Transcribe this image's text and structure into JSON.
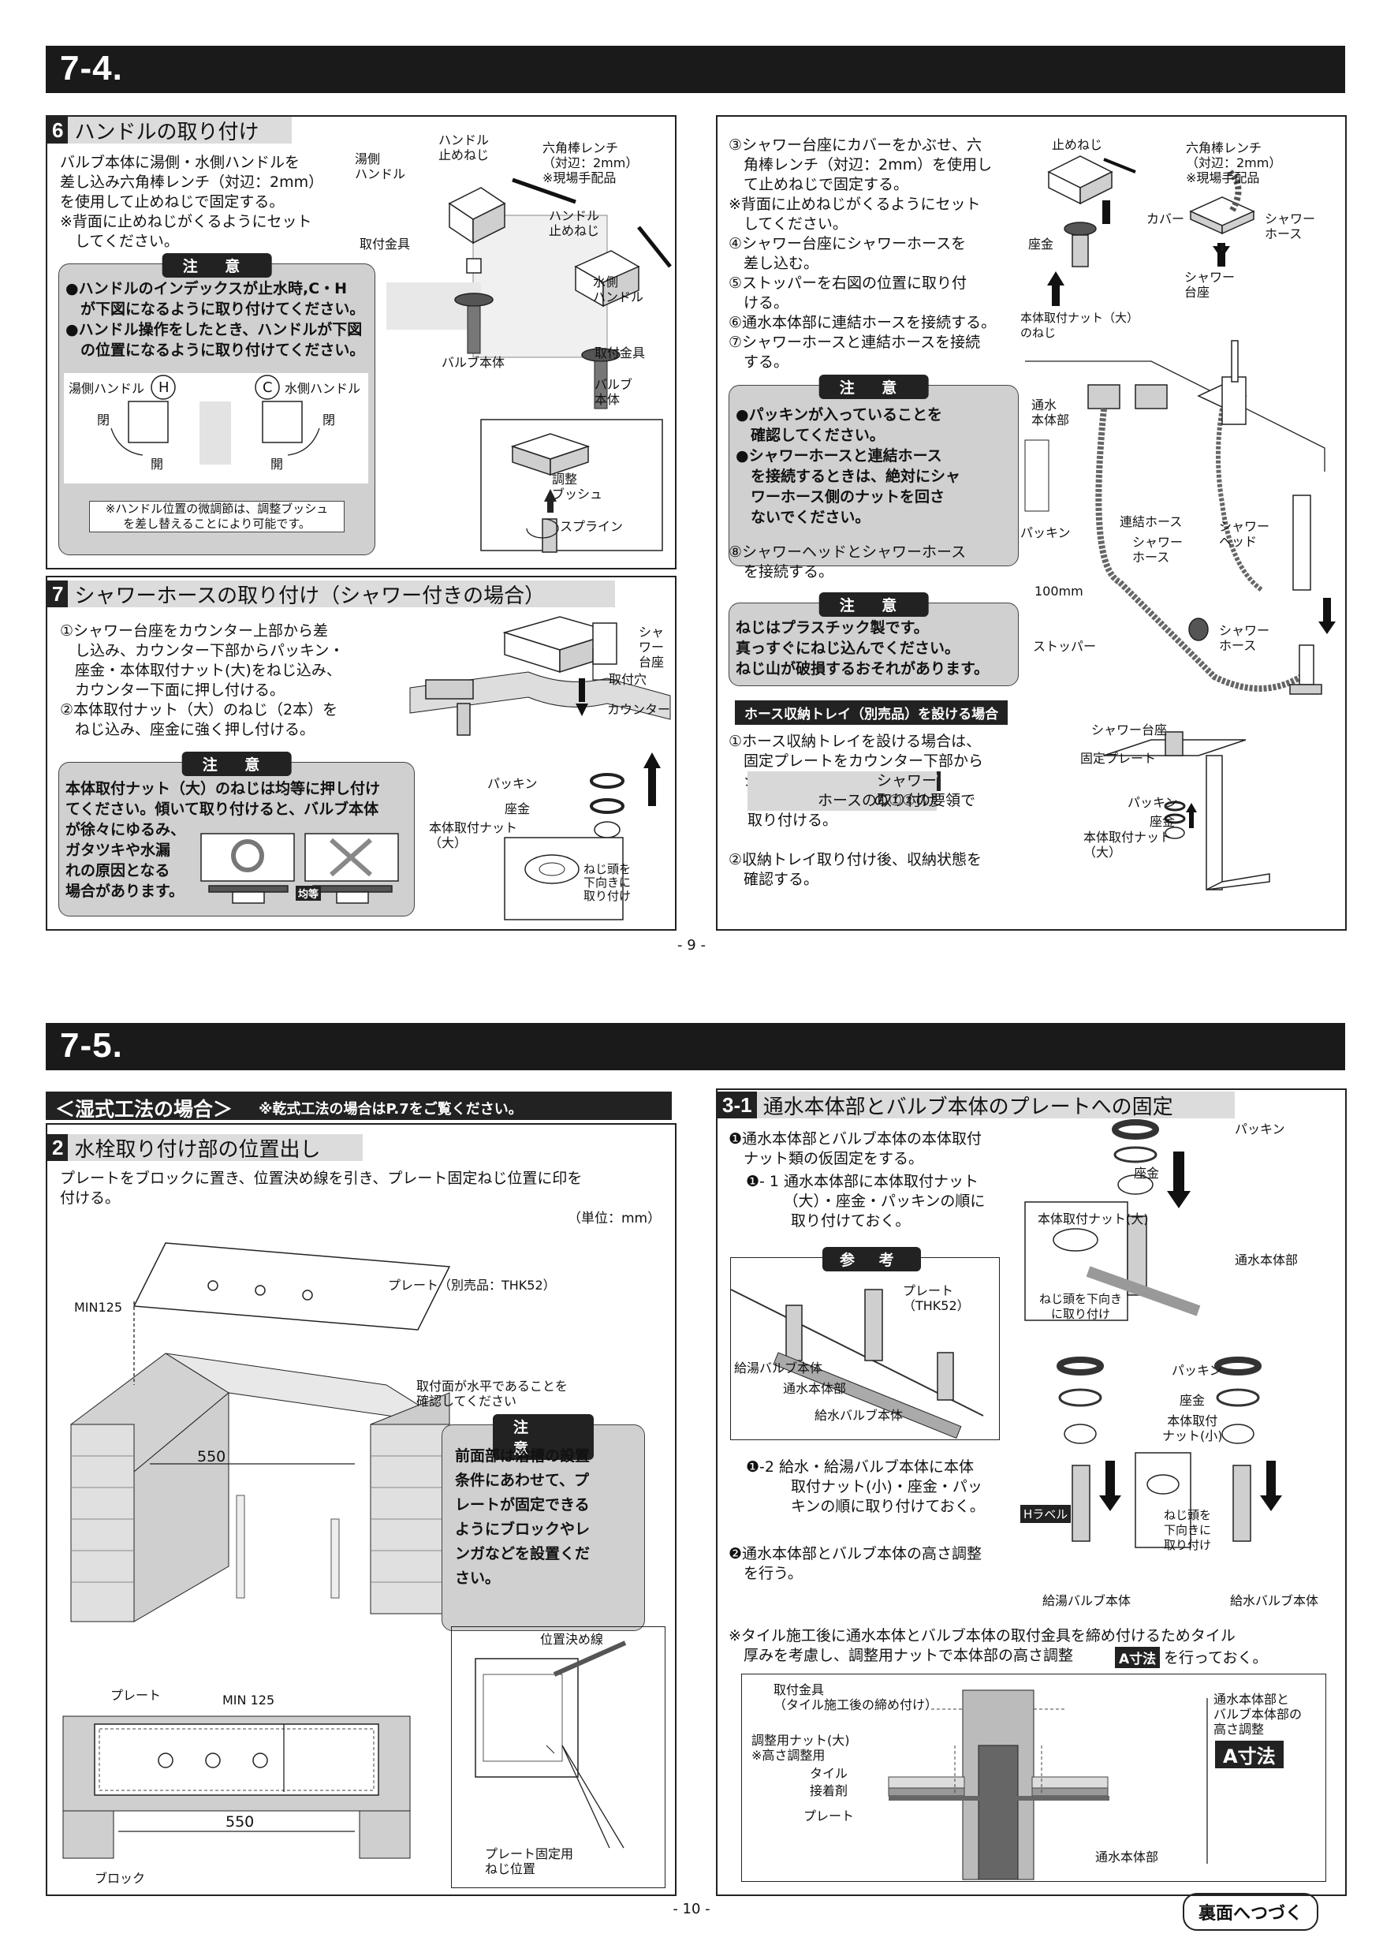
{
  "page9": {
    "banner": "7-4.",
    "sec6": {
      "num": "6",
      "title": "ハンドルの取り付け",
      "text": "バルブ本体に湯側・水側ハンドルを\n差し込み六角棒レンチ（対辺：2mm）\nを使用して止めねじで固定する。\n※背面に止めねじがくるようにセット\n　してください。",
      "caution_head": "注 意",
      "caution_body": "●ハンドルのインデックスが止水時,C・H\n　が下図になるように取り付けてください。\n●ハンドル操作をしたとき、ハンドルが下図\n　の位置になるように取り付けてください。",
      "hot_handle": "湯側ハンドル",
      "cold_handle": "水側ハンドル",
      "h_mark": "H",
      "c_mark": "C",
      "close": "閉",
      "open": "開",
      "note": "※ハンドル位置の微調節は、調整ブッシュ\nを差し替えることにより可能です。",
      "labels": {
        "hot_handle": "湯側\nハンドル",
        "set_screw": "ハンドル\n止めねじ",
        "hex_wrench": "六角棒レンチ\n（対辺：2mm）\n※現場手配品",
        "mount": "取付金具",
        "set_screw2": "ハンドル\n止めねじ",
        "cold_handle": "水側\nハンドル",
        "valve_body": "バルブ本体",
        "mount2": "取付金具",
        "valve_body2": "バルブ\n本体",
        "bush": "調整\nブッシュ",
        "spline": "スプライン"
      }
    },
    "sec7": {
      "num": "7",
      "title": "シャワーホースの取り付け（シャワー付きの場合）",
      "text": "①シャワー台座をカウンター上部から差\n　し込み、カウンター下部からパッキン・\n　座金・本体取付ナット(大)をねじ込み、\n　カウンター下面に押し付ける。\n②本体取付ナット（大）のねじ（2本）を\n　ねじ込み、座金に強く押し付ける。",
      "caution_head": "注 意",
      "caution_body": "本体取付ナット（大）のねじは均等に押し付け\nてください。傾いて取り付けると、バルブ本体\nが徐々にゆるみ、\nガタツキや水漏\nれの原因となる\n場合があります。",
      "equal": "均等",
      "labels": {
        "shower_base": "シャワー\n台座",
        "hole": "取付穴",
        "counter": "カウンター",
        "packing": "パッキン",
        "washer": "座金",
        "nut": "本体取付ナット\n（大）",
        "screw_down": "ねじ頭を\n下向きに\n取り付け"
      }
    },
    "right": {
      "text1": "③シャワー台座にカバーをかぶせ、六\n　角棒レンチ（対辺：2mm）を使用し\n　て止めねじで固定する。\n※背面に止めねじがくるようにセット\n　してください。\n④シャワー台座にシャワーホースを\n　差し込む。\n⑤ストッパーを右図の位置に取り付\n　ける。\n⑥通水本体部に連結ホースを接続する。\n⑦シャワーホースと連結ホースを接続\n　する。",
      "caution1_head": "注 意",
      "caution1_body": "●パッキンが入っていることを\n　確認してください。\n●シャワーホースと連結ホース\n　を接続するときは、絶対にシャ\n　ワーホース側のナットを回さ\n　ないでください。",
      "text2": "⑧シャワーヘッドとシャワーホース\n　を接続する。",
      "caution2_head": "注 意",
      "caution2_body": "ねじはプラスチック製です。\n真っすぐにねじ込んでください。\nねじ山が破損するおそれがあります。",
      "tray_title": "ホース収納トレイ（別売品）を設ける場合",
      "tray_text1a": "①ホース収納トレイを設ける場合は、\n　固定プレートをカウンター下部から\n　シャワー台座に差し込み、",
      "tray_ref_num": "7",
      "tray_ref_title": "シャワー\nホースの取り付け",
      "tray_text1b": "の①②の要領で\n取り付ける。",
      "tray_text2": "②収納トレイ取り付け後、収納状態を\n　確認する。",
      "labels": {
        "set_screw": "止めねじ",
        "hex_wrench": "六角棒レンチ\n（対辺：2mm）\n※現場手配品",
        "cover": "カバー",
        "washer": "座金",
        "nut": "本体取付ナット（大）\nのねじ",
        "shower_hose": "シャワー\nホース",
        "shower_base": "シャワー\n台座",
        "water_body": "通水\n本体部",
        "packing": "パッキン",
        "joint_hose": "連結ホース",
        "shower_hose2": "シャワー\nホース",
        "shower_head": "シャワー\nヘッド",
        "dim100": "100mm",
        "stopper": "ストッパー",
        "shower_hose3": "シャワー\nホース",
        "t_shower_base": "シャワー台座",
        "t_plate": "固定プレート",
        "t_packing": "パッキン",
        "t_washer": "座金",
        "t_nut": "本体取付ナット\n（大）"
      }
    },
    "page_number": "- 9 -"
  },
  "page10": {
    "banner": "7-5.",
    "wet_header_main": "＜湿式工法の場合＞",
    "wet_header_note": "※乾式工法の場合はP.7をご覧ください。",
    "sec2": {
      "num": "2",
      "title": "水栓取り付け部の位置出し",
      "text": "プレートをブロックに置き、位置決め線を引き、プレート固定ねじ位置に印を\n付ける。",
      "unit": "（単位：mm）",
      "caution_head": "注 意",
      "caution_body": "前面部は浴槽の設置\n条件にあわせて、プ\nレートが固定できる\nようにブロックやレ\nンガなどを設置くだ\nさい。",
      "labels": {
        "plate": "プレート（別売品：THK52）",
        "min125": "MIN125",
        "level": "取付面が水平であることを\n確認してください",
        "d550": "550",
        "plate2": "プレート",
        "min125b": "MIN 125",
        "d550b": "550",
        "block": "ブロック",
        "line": "位置決め線",
        "screw_pos": "プレート固定用\nねじ位置"
      }
    },
    "sec31": {
      "num": "3-1",
      "title": "通水本体部とバルブ本体のプレートへの固定",
      "step1": "❶通水本体部とバルブ本体の本体取付\n　ナット類の仮固定をする。",
      "step1_1": "❶- 1  通水本体部に本体取付ナット\n　　　（大）・座金・パッキンの順に\n　　　取り付けておく。",
      "ref_head": "参 考",
      "step1_2": "❶-2  給水・給湯バルブ本体に本体\n　　　取付ナット(小)・座金・パッ\n　　　キンの順に取り付けておく。",
      "step2": "❷通水本体部とバルブ本体の高さ調整\n　を行う。",
      "note_a": "※タイル施工後に通水本体とバルブ本体の取付金具を締め付けるためタイル\n　厚みを考慮し、調整用ナットで本体部の高さ調整",
      "note_tag": "A寸法",
      "note_b": "を行っておく。",
      "labels": {
        "packing": "パッキン",
        "washer": "座金",
        "nut_l": "本体取付ナット(大)",
        "water_body": "通水本体部",
        "screw_down": "ねじ頭を下向き\nに取り付け",
        "plate": "プレート\n（THK52）",
        "hot_valve": "給湯バルブ本体",
        "water_body2": "通水本体部",
        "cold_valve": "給水バルブ本体",
        "packing2": "パッキン",
        "washer2": "座金",
        "nut_s": "本体取付\nナット(小)",
        "h_label": "Hラベル",
        "screw_down2": "ねじ頭を\n下向きに\n取り付け",
        "hot_valve2": "給湯バルブ本体",
        "cold_valve2": "給水バルブ本体",
        "mount": "取付金具\n（タイル施工後の締め付け）",
        "adj_nut": "調整用ナット(大)\n※高さ調整用",
        "tile": "タイル",
        "adhesive": "接着剤",
        "plate3": "プレート",
        "water_body3": "通水本体部",
        "height_adj": "通水本体部と\nバルブ本体部の\n高さ調整",
        "a_dim": "A寸法"
      }
    },
    "continue_label": "裏面へつづく",
    "page_number": "- 10 -"
  }
}
